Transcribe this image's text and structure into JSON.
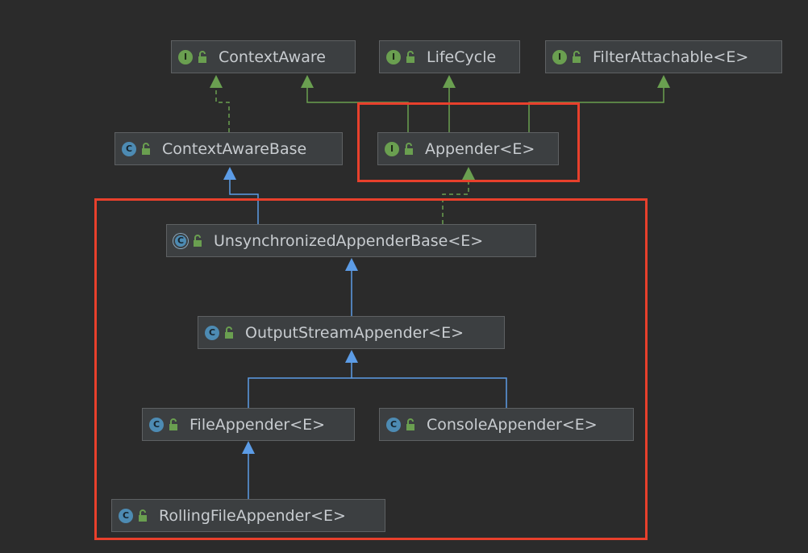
{
  "colors": {
    "background": "#2b2b2b",
    "node_fill": "#3c3f41",
    "node_border": "#5e6163",
    "text": "#c8ccd0",
    "interface_badge": "#6a9f50",
    "class_badge": "#4d8bb3",
    "implements_edge": "#6a9f50",
    "extends_edge": "#5c9ce6",
    "highlight": "#e8402c"
  },
  "badge_letters": {
    "interface": "I",
    "class": "C",
    "abstract": "C"
  },
  "nodes": {
    "context_aware": {
      "label": "ContextAware",
      "kind": "interface"
    },
    "life_cycle": {
      "label": "LifeCycle",
      "kind": "interface"
    },
    "filter_attachable": {
      "label": "FilterAttachable<E>",
      "kind": "interface"
    },
    "context_aware_base": {
      "label": "ContextAwareBase",
      "kind": "class"
    },
    "appender": {
      "label": "Appender<E>",
      "kind": "interface"
    },
    "unsync_appender_base": {
      "label": "UnsynchronizedAppenderBase<E>",
      "kind": "abstract"
    },
    "output_stream_appender": {
      "label": "OutputStreamAppender<E>",
      "kind": "class"
    },
    "file_appender": {
      "label": "FileAppender<E>",
      "kind": "class"
    },
    "console_appender": {
      "label": "ConsoleAppender<E>",
      "kind": "class"
    },
    "rolling_file_appender": {
      "label": "RollingFileAppender<E>",
      "kind": "class"
    }
  },
  "edges": [
    {
      "from": "context_aware_base",
      "to": "context_aware",
      "type": "implements",
      "style": "dashed"
    },
    {
      "from": "appender",
      "to": "context_aware",
      "type": "extends-interface",
      "style": "solid"
    },
    {
      "from": "appender",
      "to": "life_cycle",
      "type": "extends-interface",
      "style": "solid"
    },
    {
      "from": "appender",
      "to": "filter_attachable",
      "type": "extends-interface",
      "style": "solid"
    },
    {
      "from": "unsync_appender_base",
      "to": "context_aware_base",
      "type": "extends",
      "style": "solid"
    },
    {
      "from": "unsync_appender_base",
      "to": "appender",
      "type": "implements",
      "style": "dashed"
    },
    {
      "from": "output_stream_appender",
      "to": "unsync_appender_base",
      "type": "extends",
      "style": "solid"
    },
    {
      "from": "file_appender",
      "to": "output_stream_appender",
      "type": "extends",
      "style": "solid"
    },
    {
      "from": "console_appender",
      "to": "output_stream_appender",
      "type": "extends",
      "style": "solid"
    },
    {
      "from": "rolling_file_appender",
      "to": "file_appender",
      "type": "extends",
      "style": "solid"
    }
  ]
}
